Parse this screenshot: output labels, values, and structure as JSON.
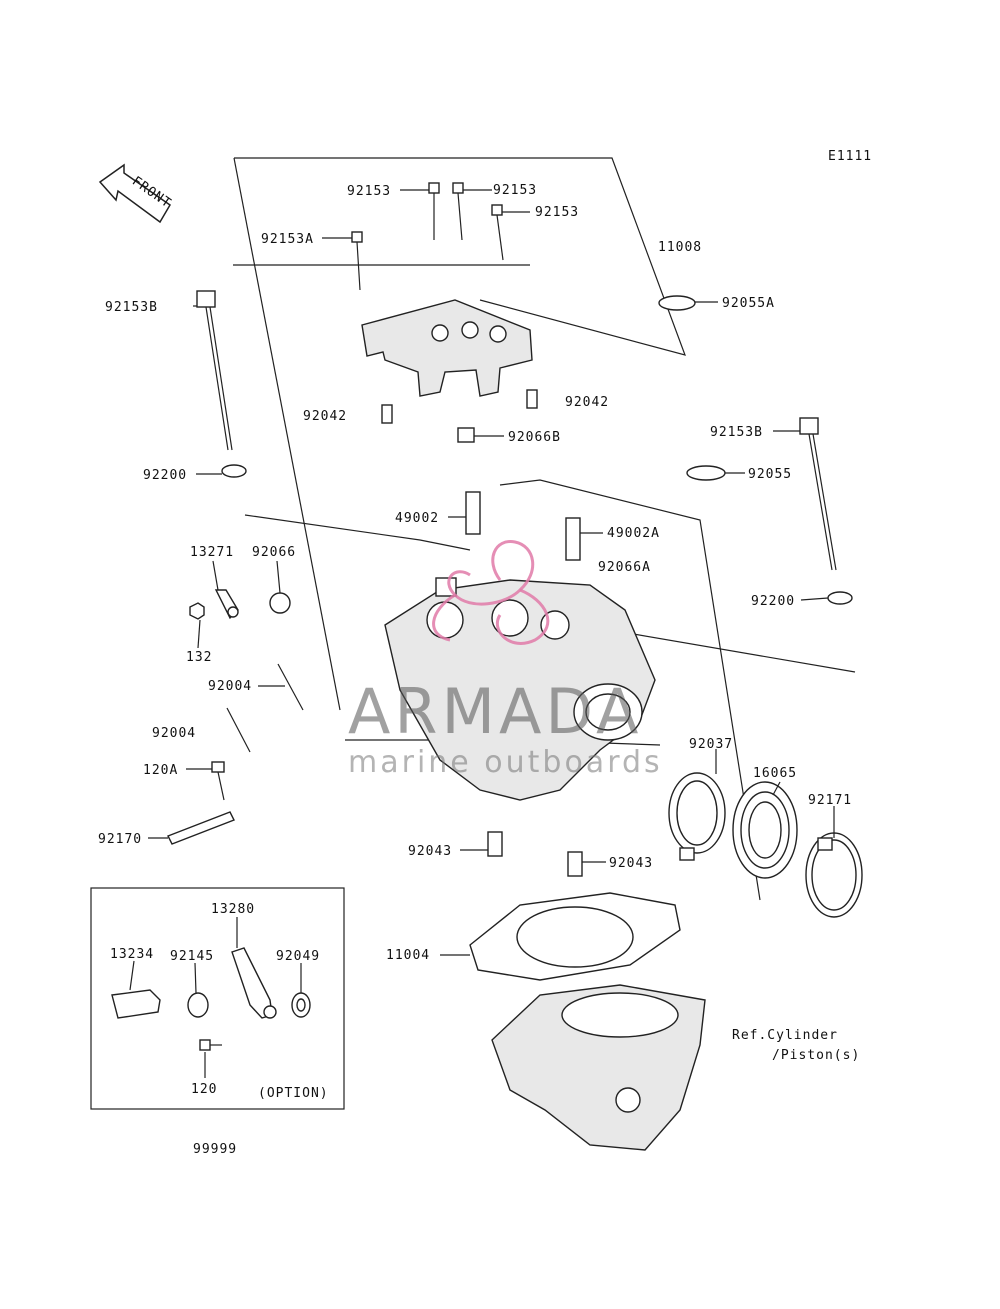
{
  "diagram_code": "E1111",
  "front_arrow_text": "FRONT",
  "labels": {
    "l_92153_a": "92153",
    "l_92153_b": "92153",
    "l_92153_c": "92153",
    "l_92153A": "92153A",
    "l_11008": "11008",
    "l_92055A": "92055A",
    "l_92153B_left": "92153B",
    "l_92042_left": "92042",
    "l_92042_right": "92042",
    "l_92066B": "92066B",
    "l_92153B_right": "92153B",
    "l_92055": "92055",
    "l_92200_left": "92200",
    "l_49002": "49002",
    "l_49002A": "49002A",
    "l_13271": "13271",
    "l_92066": "92066",
    "l_92066A": "92066A",
    "l_92200_right": "92200",
    "l_132": "132",
    "l_92004_a": "92004",
    "l_92004_b": "92004",
    "l_92037": "92037",
    "l_16065": "16065",
    "l_92171": "92171",
    "l_120A": "120A",
    "l_92170": "92170",
    "l_92043_left": "92043",
    "l_92043_right": "92043",
    "l_13280": "13280",
    "l_13234": "13234",
    "l_92145": "92145",
    "l_92049": "92049",
    "l_11004": "11004",
    "l_120": "120",
    "l_option": "(OPTION)",
    "l_ref_1": "Ref.Cylinder",
    "l_ref_2": "/Piston(s)",
    "l_99999": "99999"
  },
  "watermark": {
    "name": "ARMADA",
    "tagline": "marine outboards",
    "logo_color": "#e07aa8"
  }
}
